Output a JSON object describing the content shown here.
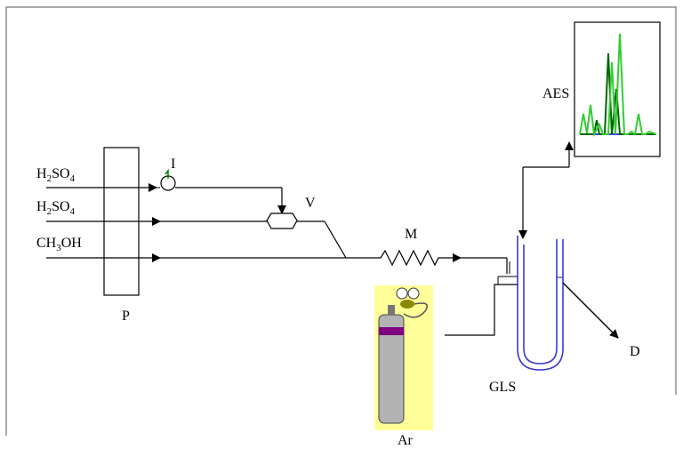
{
  "labels": {
    "h2so4_a": {
      "base": "H",
      "sub1": "2",
      "mid": "SO",
      "sub2": "4"
    },
    "h2so4_b": {
      "base": "H",
      "sub1": "2",
      "mid": "SO",
      "sub2": "4"
    },
    "ch3oh": {
      "base": "CH",
      "sub1": "3",
      "mid": "OH"
    },
    "pump": "P",
    "injector": "I",
    "valve": "V",
    "mixer": "M",
    "detector": "AES",
    "gls": "GLS",
    "drain": "D",
    "argon": "Ar"
  },
  "colors": {
    "line": "#000000",
    "gls_tube": "#3a3ad0",
    "cylinder_bg": "#ffff99",
    "cylinder_band": "#800080",
    "cylinder_body": "#b3b3b3",
    "spectrum_light_green": "#33cc33",
    "spectrum_dark_green": "#006600",
    "spectrum_blue": "#0000ff",
    "injector_mark": "#008000"
  }
}
